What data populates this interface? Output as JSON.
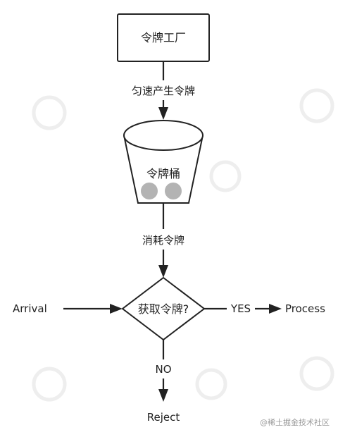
{
  "nodes": {
    "factory": "令牌工厂",
    "bucket": "令牌桶",
    "decision": "获取令牌?"
  },
  "edges": {
    "generate": "匀速产生令牌",
    "consume": "消耗令牌",
    "yes": "YES",
    "no": "NO"
  },
  "terminals": {
    "arrival": "Arrival",
    "process": "Process",
    "reject": "Reject"
  },
  "watermark": "@稀土掘金技术社区",
  "colors": {
    "stroke": "#222222",
    "token": "#b3b3b3",
    "watermark": "#9a9a9a"
  },
  "bucket_tokens": 2
}
